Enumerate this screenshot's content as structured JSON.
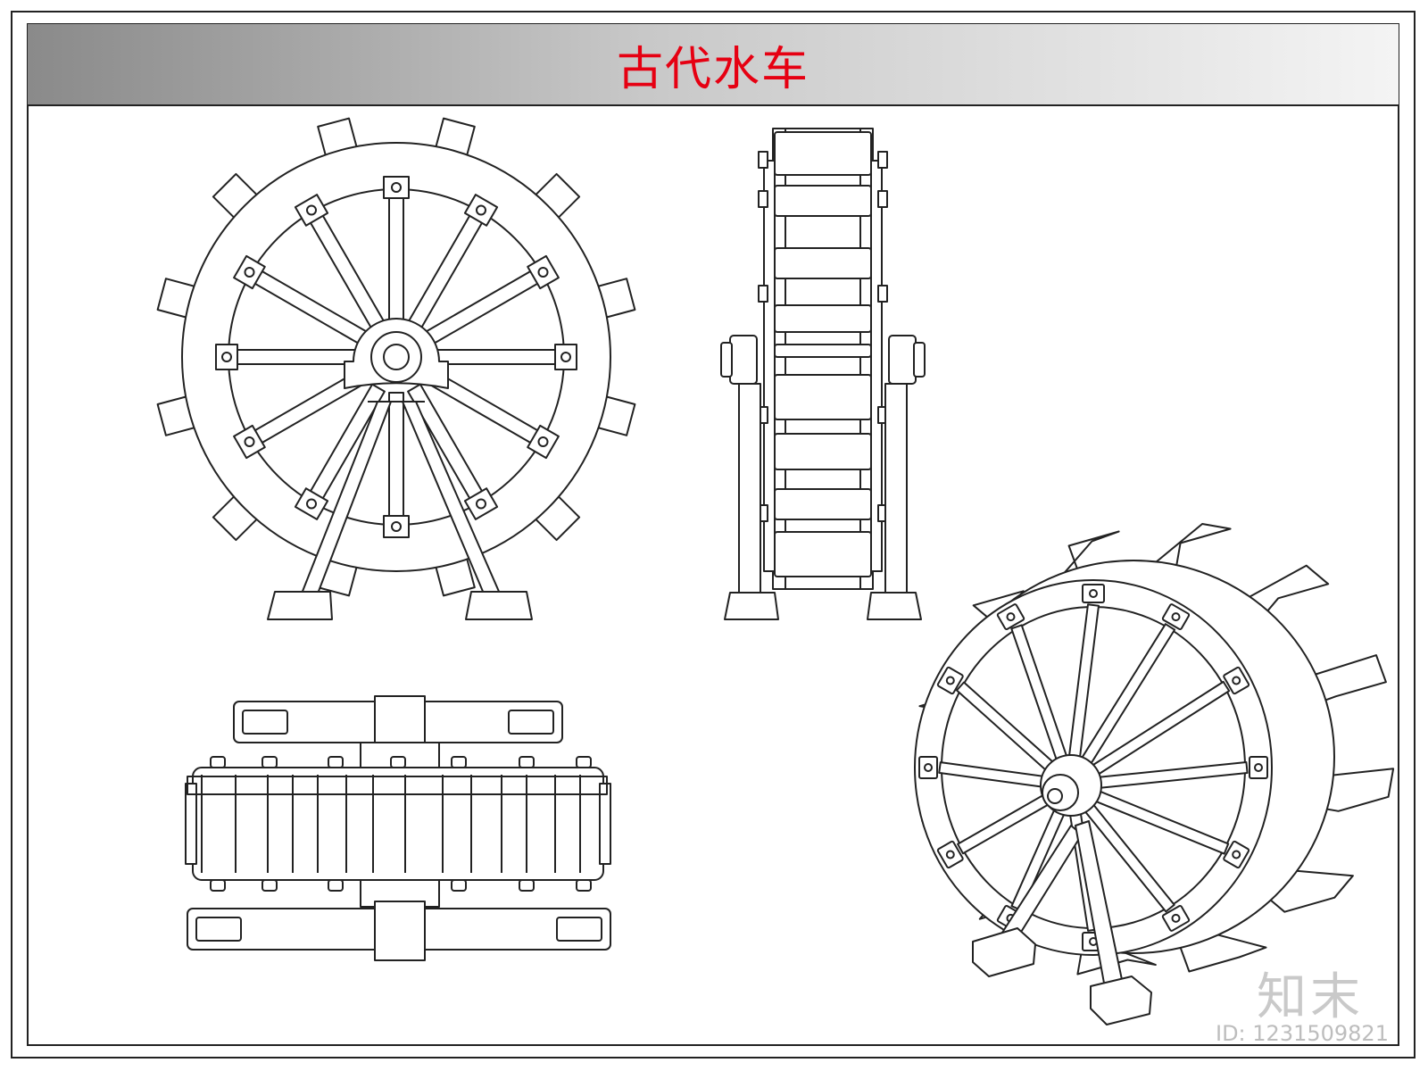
{
  "title": "古代水车",
  "logo": "知末",
  "id_label": "ID: 1231509821",
  "colors": {
    "title": "#e60012",
    "line": "#222222",
    "watermark": "#c9c9c9"
  },
  "views": [
    "front-view",
    "side-view",
    "top-view",
    "isometric-view"
  ]
}
